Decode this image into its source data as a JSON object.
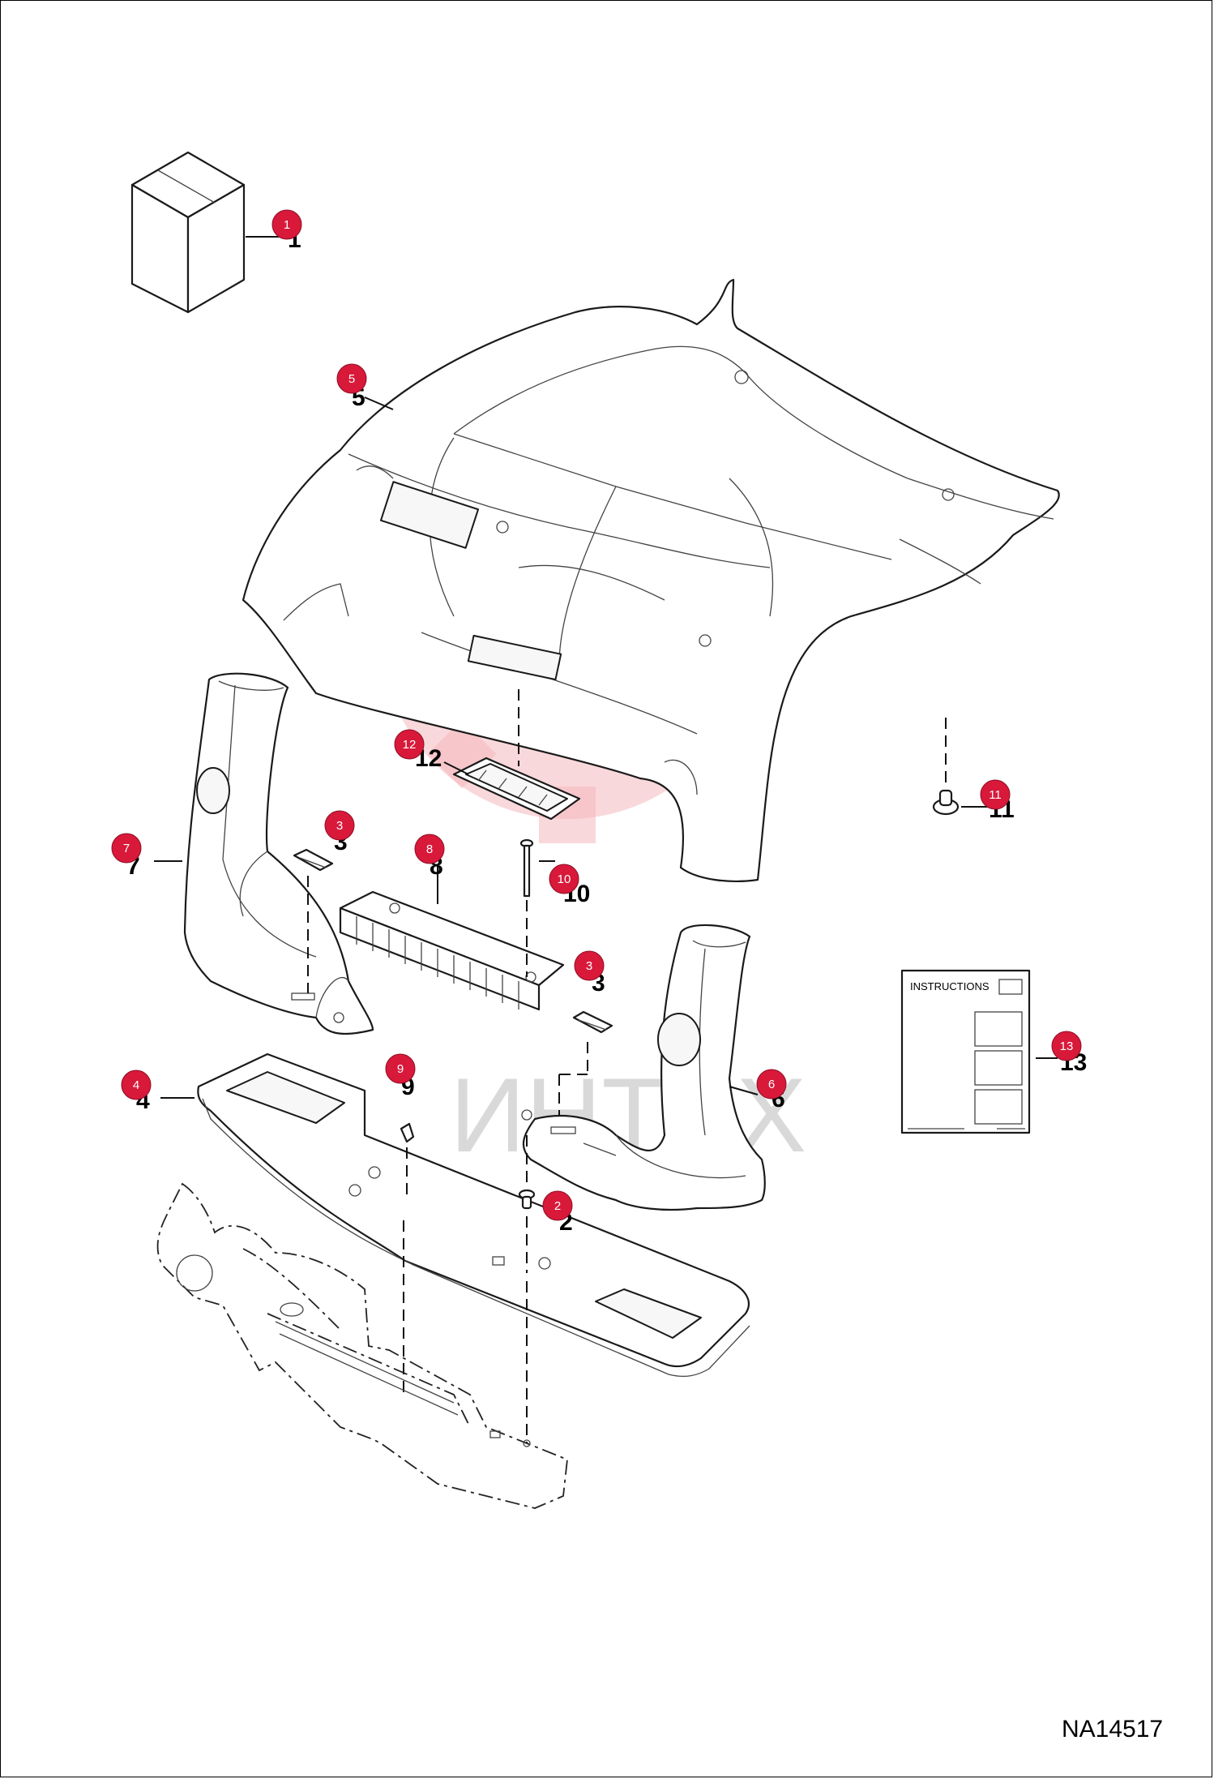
{
  "diagram": {
    "drawing_code": "NA14517",
    "watermark_text": "ИНТЕХ",
    "instructions_label": "INSTRUCTIONS",
    "accent_color": "#d8193a",
    "callouts": [
      {
        "id": "c1",
        "badge": "1",
        "label": "1"
      },
      {
        "id": "c5",
        "badge": "5",
        "label": "5"
      },
      {
        "id": "c12",
        "badge": "12",
        "label": "12"
      },
      {
        "id": "c11",
        "badge": "11",
        "label": "11"
      },
      {
        "id": "c3a",
        "badge": "3",
        "label": "3"
      },
      {
        "id": "c8",
        "badge": "8",
        "label": "8"
      },
      {
        "id": "c10",
        "badge": "10",
        "label": "10"
      },
      {
        "id": "c7",
        "badge": "7",
        "label": "7"
      },
      {
        "id": "c3b",
        "badge": "3",
        "label": "3"
      },
      {
        "id": "c13",
        "badge": "13",
        "label": "13"
      },
      {
        "id": "c4",
        "badge": "4",
        "label": "4"
      },
      {
        "id": "c9",
        "badge": "9",
        "label": "9"
      },
      {
        "id": "c6",
        "badge": "6",
        "label": "6"
      },
      {
        "id": "c2",
        "badge": "2",
        "label": "2"
      }
    ]
  }
}
